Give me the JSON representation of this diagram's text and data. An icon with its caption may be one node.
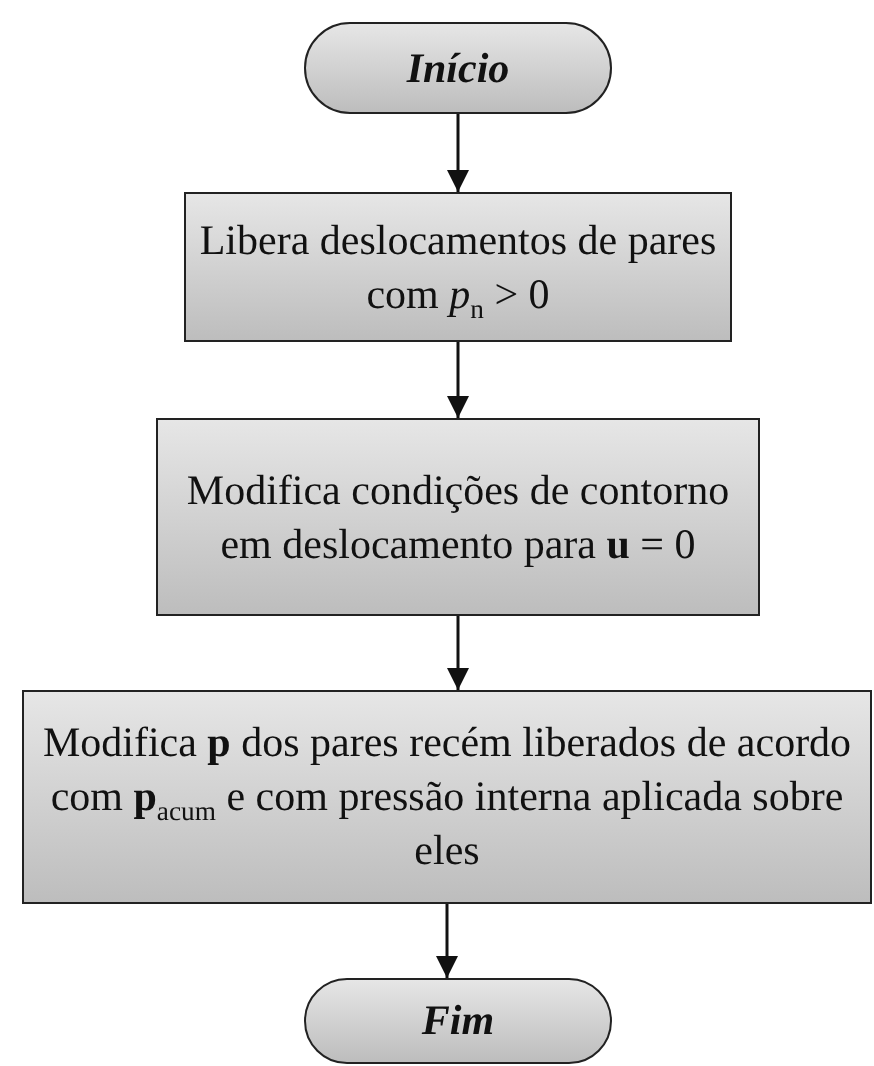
{
  "diagram": {
    "nodes": [
      {
        "text": [
          "Início"
        ]
      },
      {
        "text": [
          "Libera deslocamentos de pares com *p*$_{n}$ > 0"
        ]
      },
      {
        "text": [
          "Modifica condições de contorno em deslocamento para **u** = 0"
        ]
      },
      {
        "text": [
          "Modifica **p** dos pares recém liberados de acordo com **p**$_{acum}$ e com pressão interna aplicada sobre eles"
        ]
      },
      {
        "text": [
          "Fim"
        ]
      }
    ],
    "edges": [
      {
        "from": 0,
        "to": 1,
        "arrow": "to"
      },
      {
        "from": 1,
        "to": 2,
        "arrow": "to"
      },
      {
        "from": 2,
        "to": 3,
        "arrow": "to"
      },
      {
        "from": 3,
        "to": 4,
        "arrow": "to"
      }
    ]
  }
}
